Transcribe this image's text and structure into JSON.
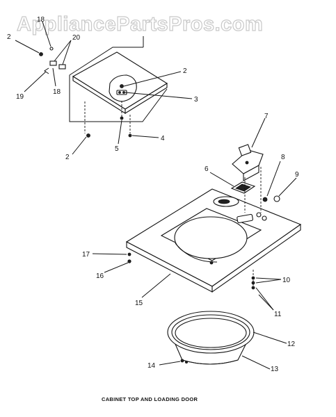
{
  "watermark": "AppliancePartsPros.com",
  "caption": "CABINET TOP AND LOADING DOOR",
  "callouts": {
    "c2a": "2",
    "c18top": "18",
    "c20": "20",
    "c19": "19",
    "c18": "18",
    "c2b": "2",
    "c3": "3",
    "c2c": "2",
    "c5": "5",
    "c4": "4",
    "c7": "7",
    "c6": "6",
    "c8": "8",
    "c9": "9",
    "c17": "17",
    "c16": "16",
    "c15": "15",
    "c10": "10",
    "c11": "11",
    "c12": "12",
    "c14": "14",
    "c13": "13"
  },
  "colors": {
    "line": "#111111",
    "watermark_outline": "#c8c8c8",
    "background": "#ffffff"
  }
}
